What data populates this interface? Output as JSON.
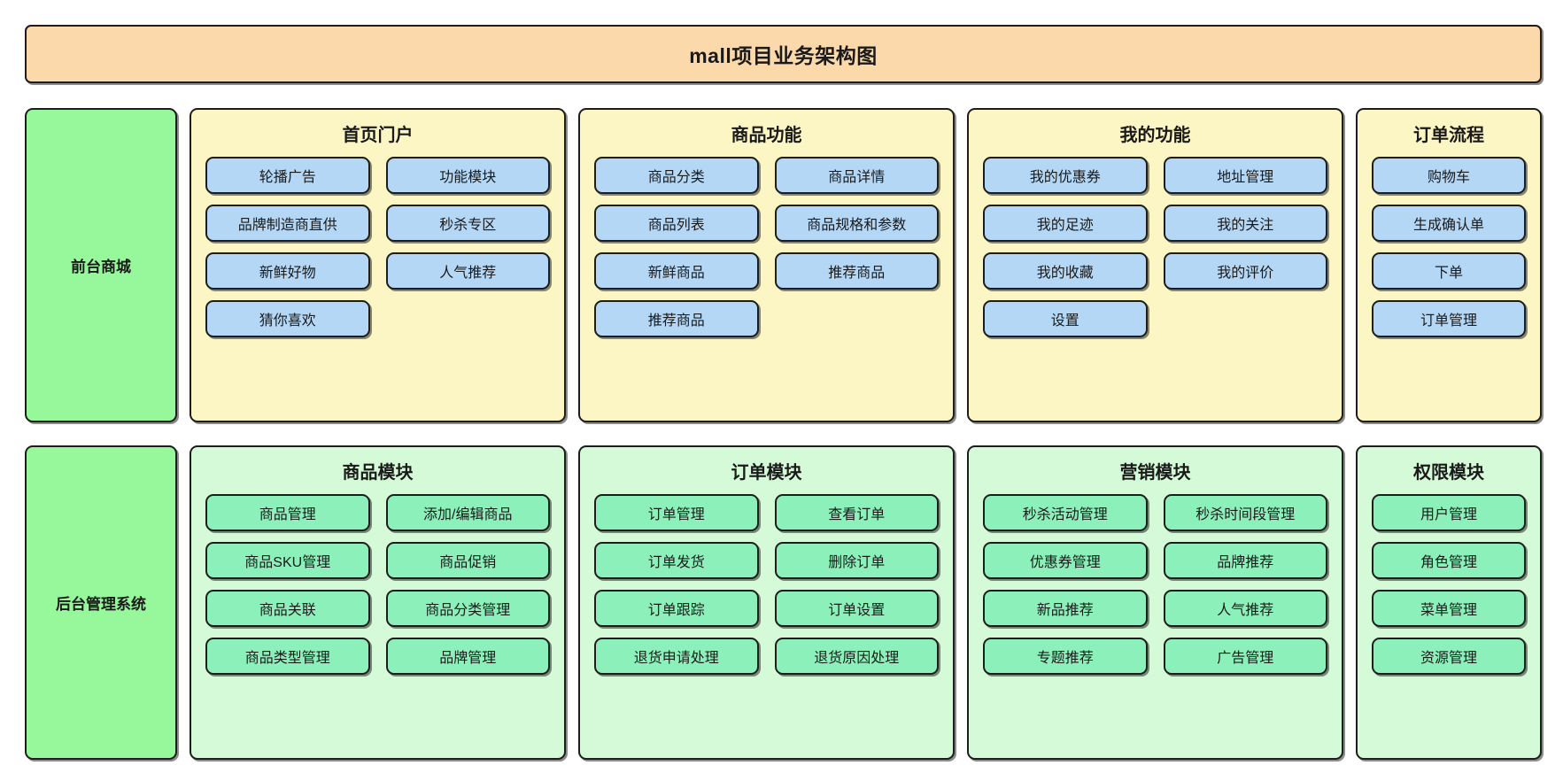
{
  "title": "mall项目业务架构图",
  "colors": {
    "title_banner_fill": "#fcd9ab",
    "row_label_fill": "#96f79b",
    "front_group_fill": "#fcf5c4",
    "front_chip_fill": "#b3d7f5",
    "back_group_fill": "#d4fad7",
    "back_chip_fill": "#8cf0bb",
    "border": "#1d1d1d"
  },
  "rows": [
    {
      "label": "前台商城",
      "groups": [
        {
          "title": "首页门户",
          "columns": 2,
          "items": [
            "轮播广告",
            "功能模块",
            "品牌制造商直供",
            "秒杀专区",
            "新鲜好物",
            "人气推荐",
            "猜你喜欢"
          ]
        },
        {
          "title": "商品功能",
          "columns": 2,
          "items": [
            "商品分类",
            "商品详情",
            "商品列表",
            "商品规格和参数",
            "新鲜商品",
            "推荐商品",
            "推荐商品"
          ]
        },
        {
          "title": "我的功能",
          "columns": 2,
          "items": [
            "我的优惠券",
            "地址管理",
            "我的足迹",
            "我的关注",
            "我的收藏",
            "我的评价",
            "设置"
          ]
        },
        {
          "title": "订单流程",
          "columns": 1,
          "items": [
            "购物车",
            "生成确认单",
            "下单",
            "订单管理"
          ]
        }
      ]
    },
    {
      "label": "后台管理系统",
      "groups": [
        {
          "title": "商品模块",
          "columns": 2,
          "items": [
            "商品管理",
            "添加/编辑商品",
            "商品SKU管理",
            "商品促销",
            "商品关联",
            "商品分类管理",
            "商品类型管理",
            "品牌管理"
          ]
        },
        {
          "title": "订单模块",
          "columns": 2,
          "items": [
            "订单管理",
            "查看订单",
            "订单发货",
            "删除订单",
            "订单跟踪",
            "订单设置",
            "退货申请处理",
            "退货原因处理"
          ]
        },
        {
          "title": "营销模块",
          "columns": 2,
          "items": [
            "秒杀活动管理",
            "秒杀时间段管理",
            "优惠券管理",
            "品牌推荐",
            "新品推荐",
            "人气推荐",
            "专题推荐",
            "广告管理"
          ]
        },
        {
          "title": "权限模块",
          "columns": 1,
          "items": [
            "用户管理",
            "角色管理",
            "菜单管理",
            "资源管理"
          ]
        }
      ]
    }
  ]
}
